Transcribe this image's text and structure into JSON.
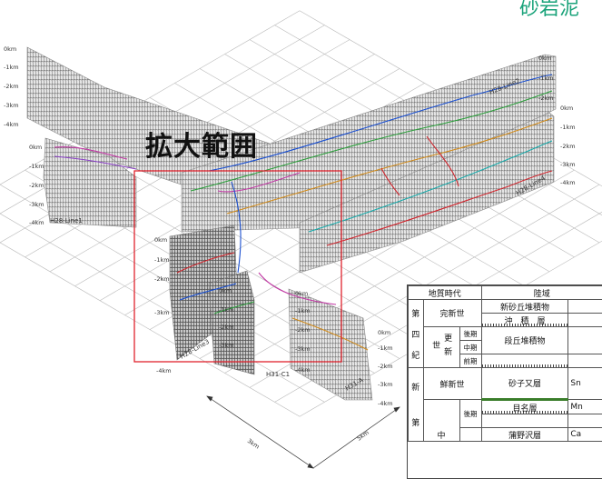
{
  "corner_title": "砂岩泥",
  "zoom_label": "拡大範囲",
  "colors": {
    "zoom_box": "#e0232e",
    "corner_title": "#1aa37a",
    "grid": "#b9b9b9"
  },
  "profiles": [
    {
      "name": "H28-Line1",
      "depth_ticks": [
        "0km",
        "-1km",
        "-2km",
        "-3km",
        "-4km"
      ]
    },
    {
      "name": "H28-Line2",
      "depth_ticks": [
        "0km",
        "-1km",
        "-2km",
        "-3km"
      ]
    },
    {
      "name": "H28-Line3",
      "depth_ticks": [
        "0km",
        "-1km",
        "-2km",
        "-3km",
        "-4km"
      ]
    },
    {
      "name": "H28-Line4",
      "depth_ticks": [
        "0km",
        "-1km",
        "-2km",
        "-3km",
        "-4km"
      ]
    },
    {
      "name": "H31-C1",
      "depth_ticks": [
        "0km",
        "-1km",
        "-2km",
        "-3km"
      ]
    },
    {
      "name": "H31-A",
      "depth_ticks": [
        "0km",
        "-1km",
        "-2km",
        "-3km",
        "-4km"
      ]
    }
  ],
  "back_wall_ticks": [
    "0km",
    "-1km",
    "-2km",
    "-3km",
    "-4km"
  ],
  "right_wall_ticks": [
    "0km",
    "-1km",
    "-2km",
    "-3km",
    "-4km"
  ],
  "scale_bars": [
    "3km",
    "5km"
  ],
  "stratigraphy": {
    "headers": [
      "地質時代",
      "陸域"
    ],
    "era": [
      "第",
      "四",
      "紀",
      "新",
      "第"
    ],
    "epochs": {
      "holocene": "完新世",
      "pleistocene": "更新世",
      "pliocene": "鮮新世",
      "middle": "中"
    },
    "sub": {
      "late": "後期",
      "middle": "中期",
      "early": "前期",
      "late2": "後期"
    },
    "units": {
      "dune": "新砂丘堆積物",
      "alluvium": "沖　積　層",
      "terrace": "段丘堆積物",
      "sunagomata": "砂子又層",
      "sn_code": "Sn",
      "mena": "目名層",
      "mn_code": "Mn",
      "bottom": "蒲野沢層",
      "bottom_code": "Ca"
    }
  }
}
